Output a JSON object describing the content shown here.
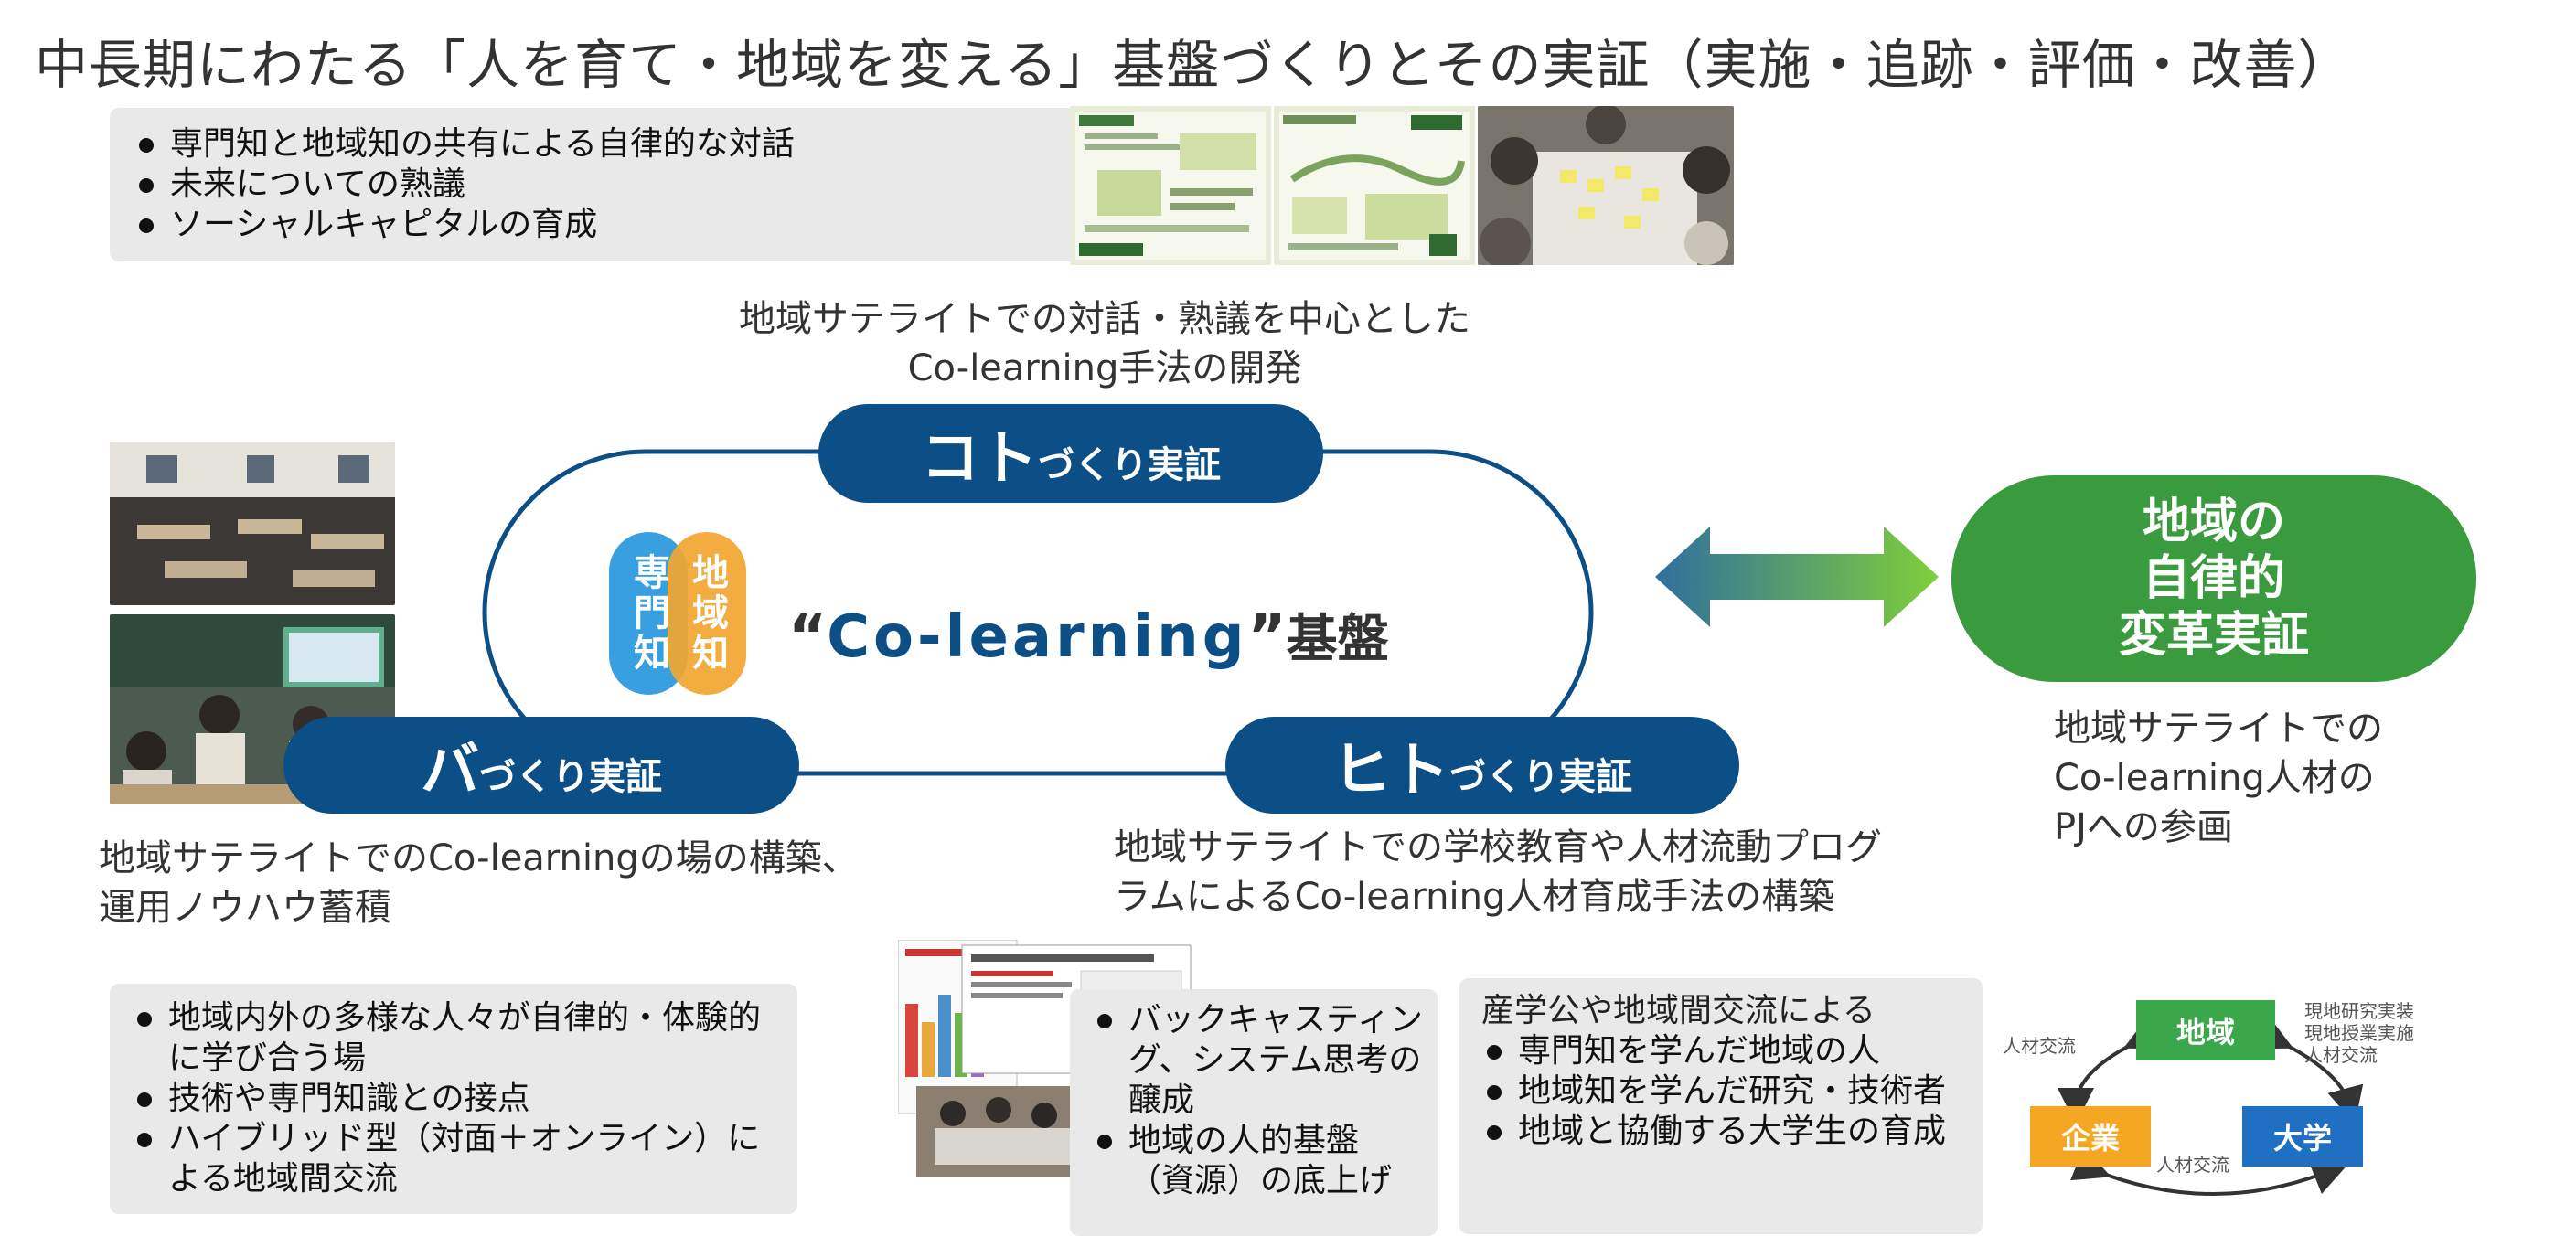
{
  "title": "中長期にわたる「人を育て・地域を変える」基盤づくりとその実証（実施・追跡・評価・改善）",
  "top_box": {
    "bullets": [
      "専門知と地域知の共有による自律的な対話",
      "未来についての熟議",
      "ソーシャルキャピタルの育成"
    ]
  },
  "koto": {
    "caption_line1": "地域サテライトでの対話・熟議を中心とした",
    "caption_line2": "Co-learning手法の開発",
    "big": "コト",
    "small": "づくり実証"
  },
  "center": {
    "expertise": "専門知",
    "local": "地域知",
    "label_quote_open": "“",
    "label_main": "Co-learning",
    "label_quote_close": "”",
    "label_suffix": "基盤"
  },
  "ba": {
    "big": "バ",
    "small": "づくり実証",
    "caption_line1": "地域サテライトでのCo-learningの場の構築、",
    "caption_line2": "運用ノウハウ蓄積",
    "bullets": [
      "地域内外の多様な人々が自律的・体験的に学び合う場",
      "技術や専門知識との接点",
      "ハイブリッド型（対面＋オンライン）による地域間交流"
    ]
  },
  "hito": {
    "big": "ヒト",
    "small": "づくり実証",
    "caption_line1": "地域サテライトでの学校教育や人材流動プログ",
    "caption_line2": "ラムによるCo-learning人材育成手法の構築",
    "bullets": [
      "バックキャスティング、システム思考の醸成",
      "地域の人的基盤（資源）の底上げ"
    ]
  },
  "region": {
    "line1": "地域の",
    "line2": "自律的",
    "line3": "変革実証",
    "caption_line1": "地域サテライトでの",
    "caption_line2": "Co-learning人材の",
    "caption_line3": "PJへの参画"
  },
  "exchange_box": {
    "heading": "産学公や地域間交流による",
    "bullets": [
      "専門知を学んだ地域の人",
      "地域知を学んだ研究・技術者",
      "地域と協働する大学生の育成"
    ]
  },
  "cycle": {
    "region": "地域",
    "company": "企業",
    "university": "大学",
    "left_label": "人材交流",
    "right_label_1": "現地研究実装",
    "right_label_2": "現地授業実施",
    "right_label_3": "人材交流",
    "bottom_label": "人材交流"
  },
  "colors": {
    "navy": "#0b4f86",
    "green": "#3a9a3e",
    "blue_circle": "#2e9bdf",
    "orange_circle": "#f2a630",
    "grey_box": "#e9e9e9"
  }
}
